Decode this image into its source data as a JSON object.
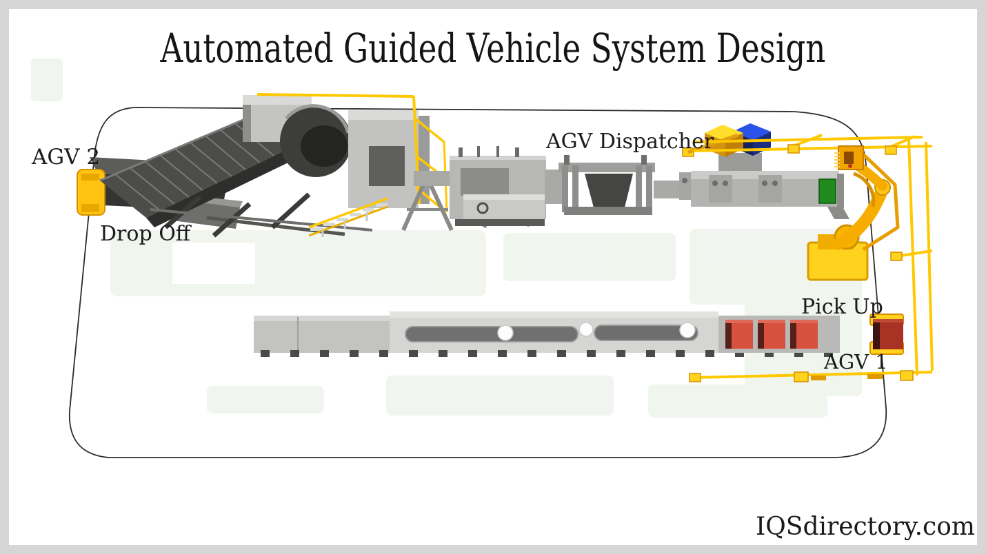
{
  "title": "Automated Guided Vehicle System Design",
  "watermark": "IQSdirectory.com",
  "labels": {
    "agv_2": "AGV 2",
    "drop_off": "Drop Off",
    "agv_dispatcher": "AGV Dispatcher",
    "pick_up": "Pick Up",
    "agv_1": "AGV 1"
  },
  "colors": {
    "agv_path_yellow": "#ffc800",
    "agv_vehicle_yellow": "#ffc412",
    "robot_orange": "#f5a800",
    "dispatcher_cube_yellow": "#ffdf2b",
    "dispatcher_cube_blue": "#2a52e8",
    "cargo_box_red": "#d8513f",
    "agv1_cargo_dark_red": "#a83324",
    "conveyor_end_green": "#1f8b1f",
    "machinery_gray": "#b5b5b3",
    "floor_outline": "#2a2a2a",
    "frame_gray": "#d6d6d6",
    "ghost_green": "#e7efe4"
  }
}
